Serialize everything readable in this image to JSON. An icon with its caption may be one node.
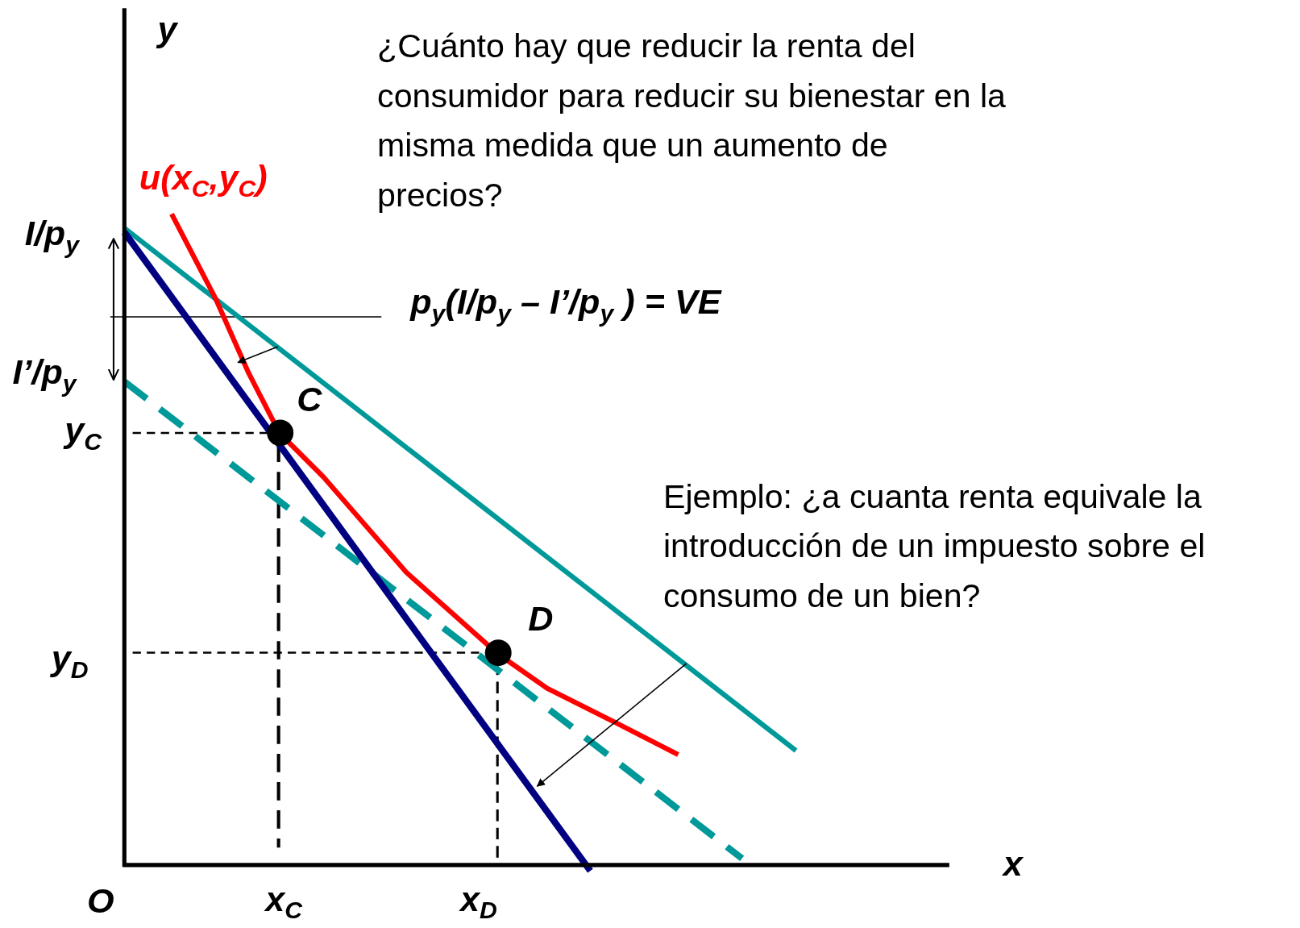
{
  "diagram": {
    "labels": [
      "y",
      "¿Cuánto hay que reducir la renta del consumidor para reducir su bienestar en la misma medida que un aumento de precios?",
      "u(x$_{C}$,y$_{C}$)",
      "I/p$_{y}$",
      "p$_{y}$(I/p$_{y}$ – I’/p$_{y}$ ) = VE",
      "I’/p$_{y}$",
      "C",
      "y$_{C}$",
      "Ejemplo: ¿a cuanta renta equivale la introducción de un impuesto sobre el consumo de un bien?",
      "D",
      "y$_{D}$",
      "x",
      "O",
      "x$_{C}$",
      "x$_{D}$"
    ]
  }
}
